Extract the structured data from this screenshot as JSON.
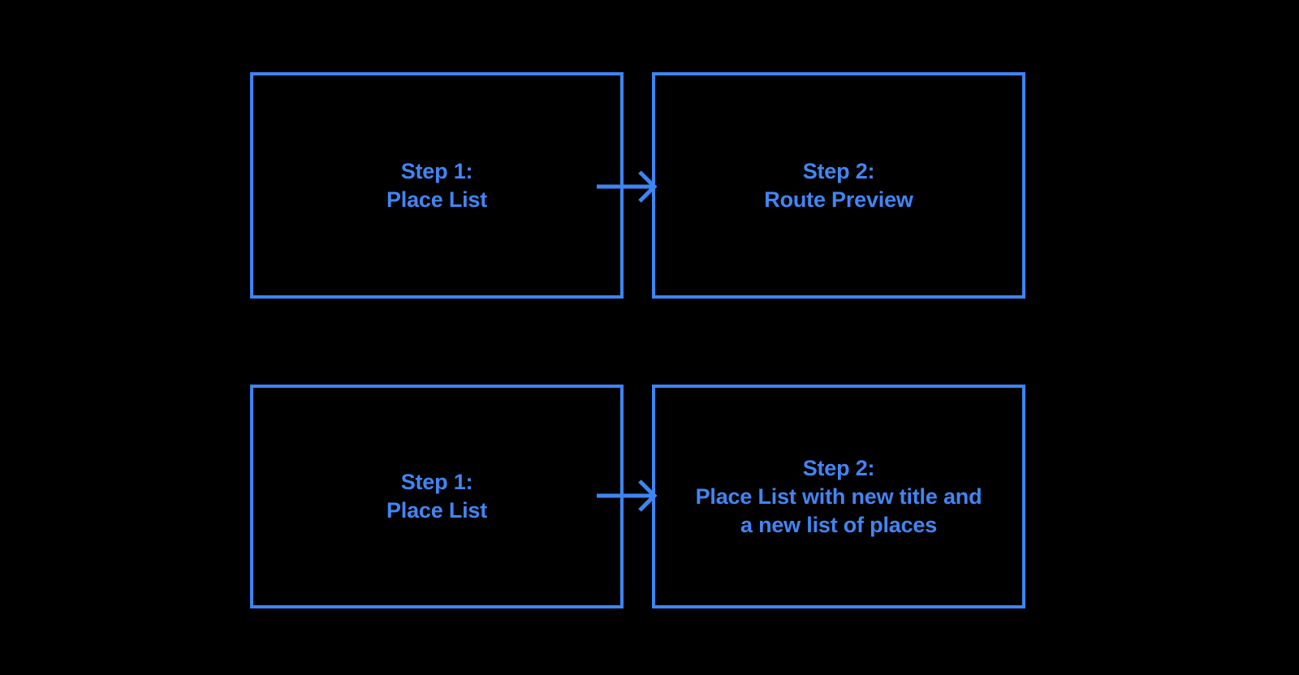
{
  "diagram": {
    "title": "Two-step navigation flow comparison",
    "background_color": "#000000",
    "accent_color": "#4285f4",
    "border_color": "#3d85f4",
    "rows": [
      {
        "name": "route-preview-flow",
        "boxes": [
          {
            "name": "step-1-place-list",
            "label": "Step 1:\nPlace List"
          },
          {
            "name": "step-2-route-preview",
            "label": "Step 2:\nRoute Preview"
          }
        ],
        "connector": {
          "name": "arrow-right",
          "icon": "arrow-right-icon"
        }
      },
      {
        "name": "place-list-update-flow",
        "boxes": [
          {
            "name": "step-1-place-list",
            "label": "Step 1:\nPlace List"
          },
          {
            "name": "step-2-place-list-updated",
            "label": "Step 2:\nPlace List with new title and\na new list of places"
          }
        ],
        "connector": {
          "name": "arrow-right",
          "icon": "arrow-right-icon"
        }
      }
    ]
  }
}
